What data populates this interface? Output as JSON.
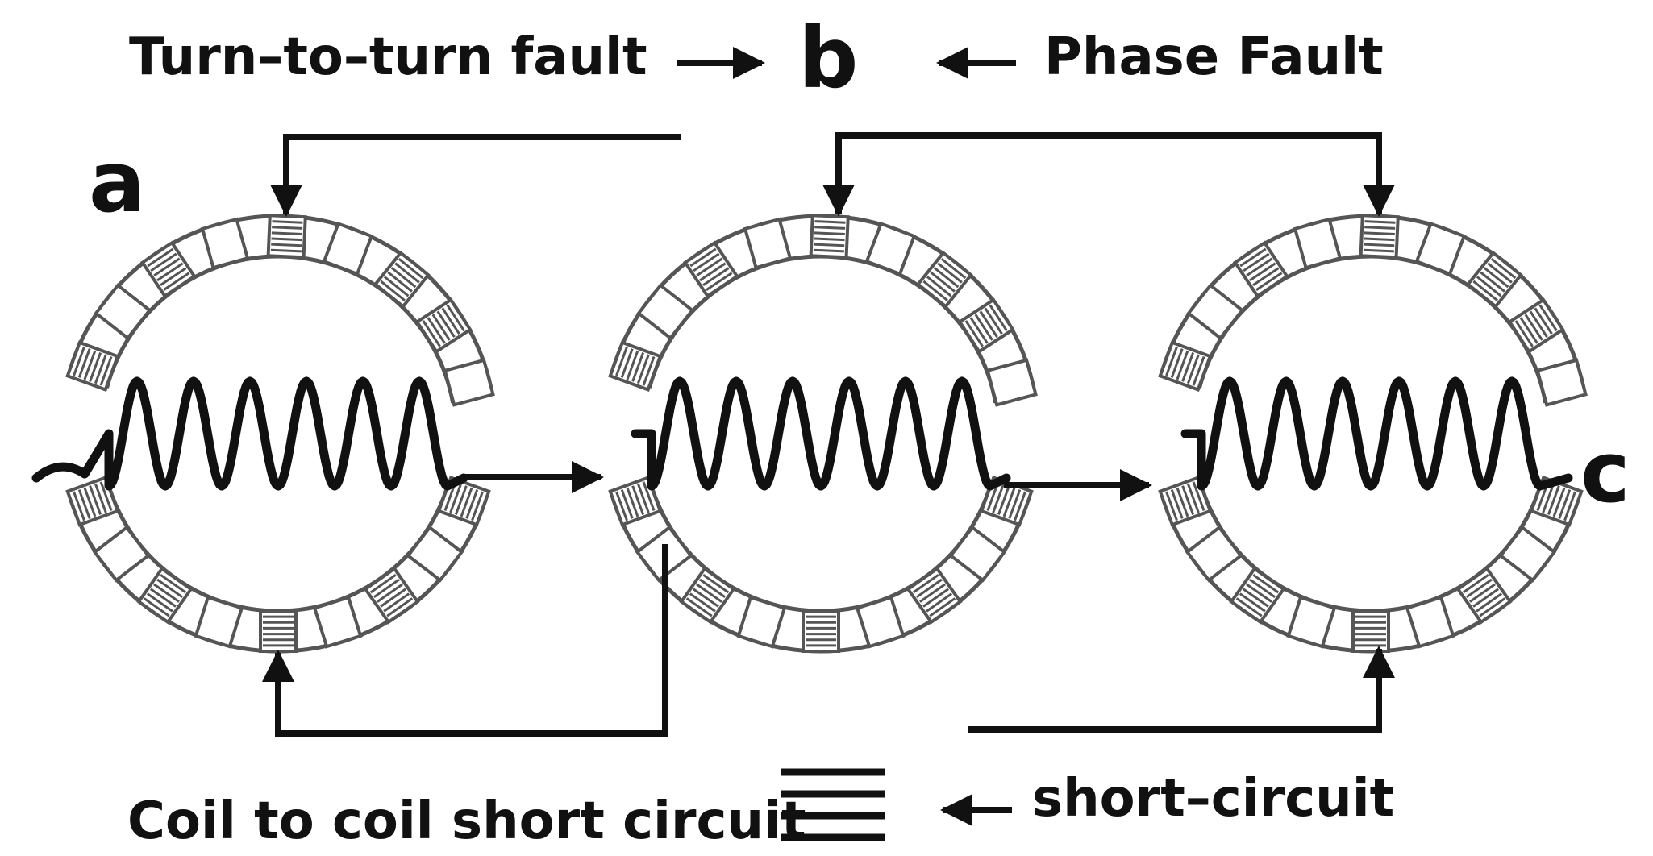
{
  "labels": {
    "turn_fault": "Turn–to–turn fault",
    "phase_fault": "Phase Fault",
    "short_circuit": "short–circuit",
    "coil_short": "Coil to coil short circuit",
    "node_a": "a",
    "node_b": "b",
    "node_c": "c"
  },
  "colors": {
    "ink": "#111111",
    "stator": "#555555",
    "background": "#ffffff"
  },
  "stators": [
    {
      "name": "stator-a",
      "slots": [
        "hatched",
        "open",
        "hatched",
        "open",
        "hatched",
        "open",
        "hatched",
        "hatched",
        "open",
        "hatched",
        "open",
        "hatched",
        "open",
        "hatched",
        "open",
        "hatched",
        "open",
        "hatched"
      ]
    },
    {
      "name": "stator-b",
      "slots": [
        "hatched",
        "open",
        "hatched",
        "open",
        "hatched",
        "open",
        "hatched",
        "hatched",
        "open",
        "hatched",
        "open",
        "hatched",
        "open",
        "hatched",
        "open",
        "hatched",
        "open",
        "hatched"
      ]
    },
    {
      "name": "stator-c",
      "slots": [
        "hatched",
        "open",
        "hatched",
        "open",
        "hatched",
        "open",
        "hatched",
        "hatched",
        "open",
        "hatched",
        "open",
        "hatched",
        "open",
        "hatched",
        "open",
        "hatched",
        "open",
        "hatched"
      ]
    }
  ],
  "coil_turns": 6
}
